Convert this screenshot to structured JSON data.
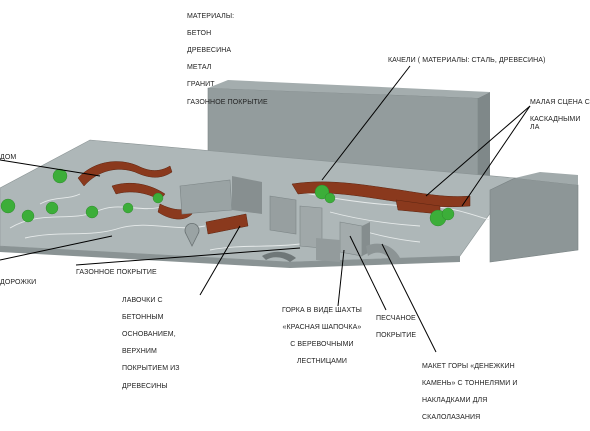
{
  "materials": {
    "title": "МАТЕРИАЛЫ:",
    "items": [
      "БЕТОН",
      "ДРЕВЕСИНА",
      "МЕТАЛ",
      "ГРАНИТ",
      "ГАЗОННОЕ ПОКРЫТИЕ"
    ]
  },
  "labels": {
    "swings": "КАЧЕЛИ ( МАТЕРИАЛЫ: СТАЛЬ, ДРЕВЕСИНА)",
    "stage": [
      "МАЛАЯ СЦЕНА С",
      "КАСКАДНЫМИ ЛА"
    ],
    "dom": "ДОМ",
    "paths": "ДОРОЖКИ",
    "lawn": "ГАЗОННОЕ ПОКРЫТИЕ",
    "benches": [
      "ЛАВОЧКИ С",
      "БЕТОННЫМ",
      "ОСНОВАНИЕМ,",
      "ВЕРХНИМ",
      "ПОКРЫТИЕМ ИЗ",
      "ДРЕВЕСИНЫ"
    ],
    "slide": [
      "ГОРКА В ВИДЕ ШАХТЫ",
      "«КРАСНАЯ ШАПОЧКА»",
      "С ВЕРЕВОЧНЫМИ",
      "ЛЕСТНИЦАМИ"
    ],
    "sand": [
      "ПЕСЧАНОЕ",
      "ПОКРЫТИЕ"
    ],
    "mountain": [
      "МАКЕТ ГОРЫ «ДЕНЕЖКИН",
      "КАМЕНЬ» С ТОННЕЛЯМИ И",
      "НАКЛАДКАМИ ДЛЯ",
      "СКАЛОЛАЗАНИЯ"
    ]
  },
  "colors": {
    "platform_top": "#aab3b4",
    "platform_side": "#8d9697",
    "building": "#8f9899",
    "wood": "#8b3a1e",
    "tree": "#3fae3c",
    "leader": "#000000"
  }
}
